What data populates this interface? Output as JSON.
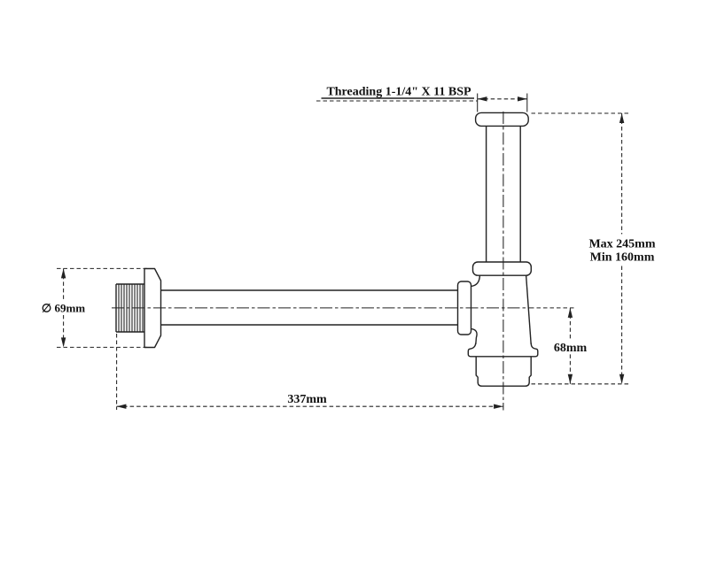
{
  "page": {
    "background_color": "#ffffff",
    "line_color": "#222222",
    "text_color": "#111111"
  },
  "drawing": {
    "description": "Technical dimension drawing of a bottle trap with wall outlet pipe",
    "labels": {
      "threading": "Threading 1-1/4\" X 11 BSP",
      "height_max": "Max 245mm",
      "height_min": "Min 160mm",
      "flange_diameter": "∅ 69mm",
      "outlet_height": "68mm",
      "overall_length": "337mm"
    }
  }
}
